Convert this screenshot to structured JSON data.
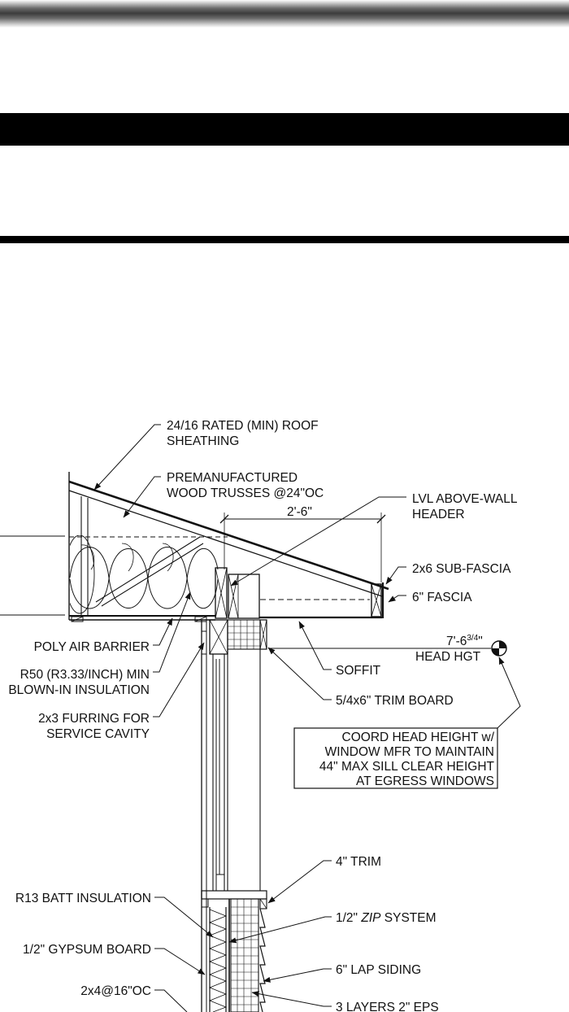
{
  "labels": {
    "roof_sheathing_1": "24/16 RATED (MIN) ROOF",
    "roof_sheathing_2": "SHEATHING",
    "trusses_1": "PREMANUFACTURED",
    "trusses_2": "WOOD TRUSSES @24\"OC",
    "lvl_1": "LVL ABOVE-WALL",
    "lvl_2": "HEADER",
    "overhang_dim": "2'-6\"",
    "sub_fascia": "2x6 SUB-FASCIA",
    "fascia": "6\" FASCIA",
    "head_hgt_value": "7'-6",
    "head_hgt_fraction": "3/4",
    "head_hgt_inch": "\"",
    "head_hgt": "HEAD HGT",
    "poly": "POLY AIR BARRIER",
    "r50_1": "R50 (R3.33/INCH) MIN",
    "r50_2": "BLOWN-IN INSULATION",
    "soffit": "SOFFIT",
    "trim_board": "5/4x6\" TRIM BOARD",
    "furring_1": "2x3 FURRING FOR",
    "furring_2": "SERVICE CAVITY",
    "note_1": "COORD HEAD HEIGHT w/",
    "note_2": "WINDOW MFR TO MAINTAIN",
    "note_3": "44\" MAX SILL CLEAR HEIGHT",
    "note_4": "AT EGRESS WINDOWS",
    "trim_4": "4\" TRIM",
    "r13": "R13 BATT INSULATION",
    "zip_prefix": "1/2\" ",
    "zip_italic": "ZIP",
    "zip_suffix": " SYSTEM",
    "gypsum": "1/2\" GYPSUM BOARD",
    "lap_siding": "6\" LAP SIDING",
    "studs": "2x4@16\"OC",
    "eps": "3 LAYERS 2\" EPS"
  }
}
